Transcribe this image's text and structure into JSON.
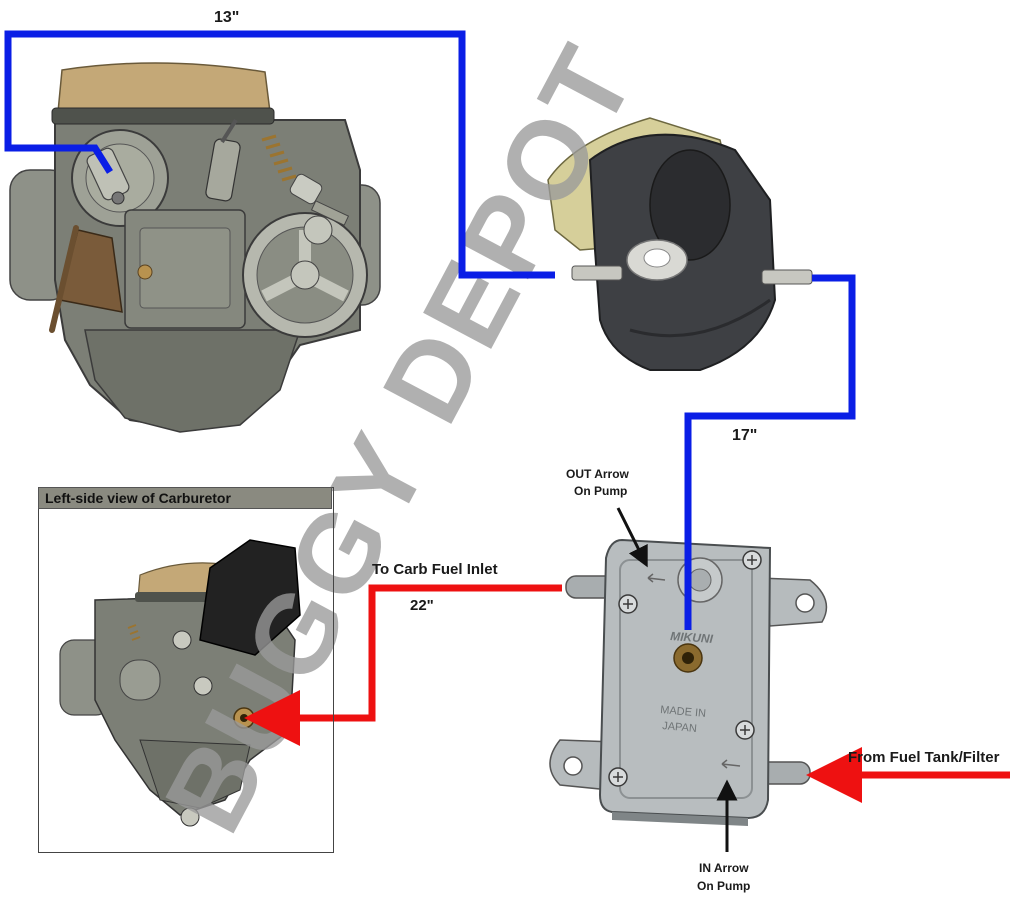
{
  "labels": {
    "top_hose_length": "13\"",
    "right_hose_length": "17\"",
    "middle_hose_length": "22\"",
    "out_arrow": [
      "OUT Arrow",
      "On Pump"
    ],
    "in_arrow": [
      "IN Arrow",
      "On Pump"
    ],
    "to_carb": "To Carb Fuel Inlet",
    "from_tank": "From Fuel Tank/Filter",
    "inset_title": "Left-side view of Carburetor",
    "pump_brand": "MIKUNI",
    "pump_made_in": [
      "MADE IN",
      "JAPAN"
    ]
  },
  "watermark": {
    "text": "BUGGY DEPOT",
    "color": "#9a9a9a"
  },
  "colors": {
    "vacuum_hose": "#0a1ee6",
    "fuel_line": "#ee1111",
    "callout_arrow": "#111111",
    "carb_body": "#7c7f76",
    "carb_top": "#c4a877",
    "manifold": "#3e4044",
    "pump_body": "#b8bdbf"
  }
}
